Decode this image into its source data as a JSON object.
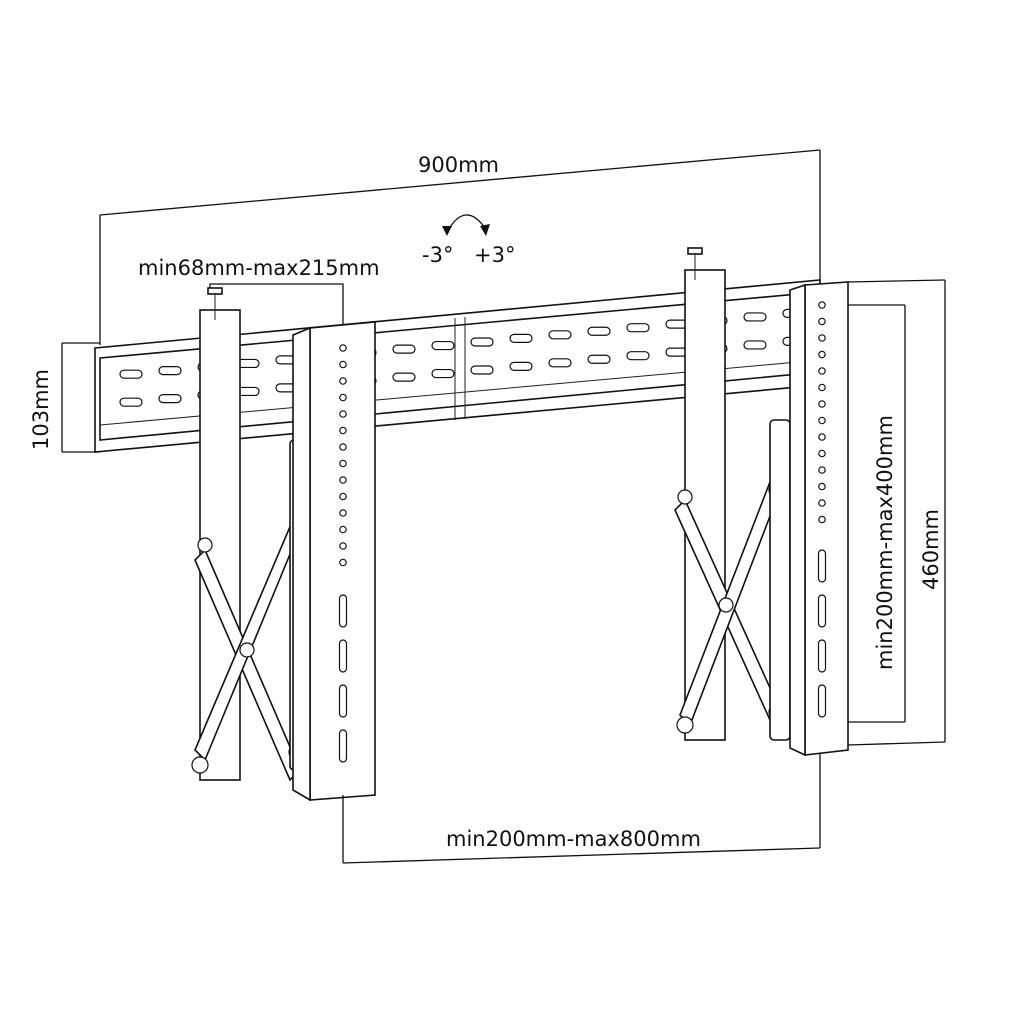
{
  "dimensions": {
    "total_width": "900mm",
    "tilt_minus": "-3°",
    "tilt_plus": "+3°",
    "depth_range": "min68mm-max215mm",
    "rail_height": "103mm",
    "vertical_range": "min200mm-max400mm",
    "bracket_height": "460mm",
    "horizontal_range": "min200mm-max800mm"
  }
}
